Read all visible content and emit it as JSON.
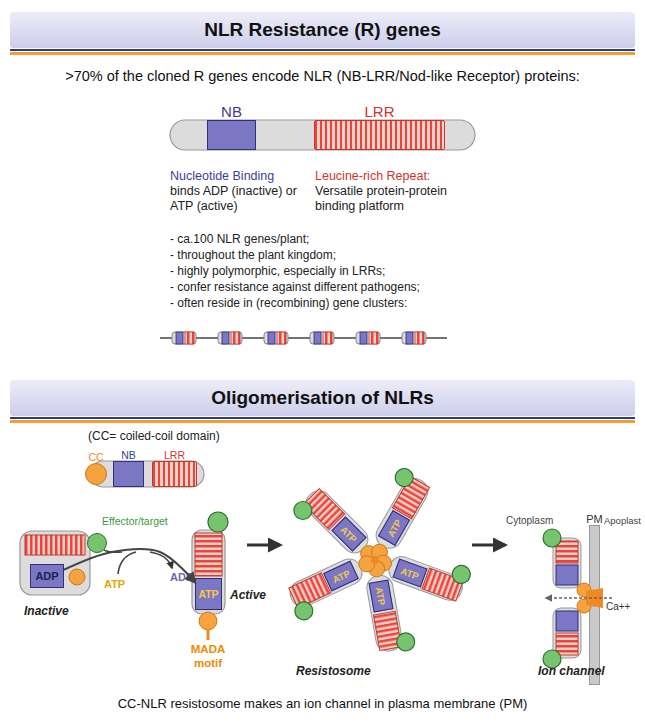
{
  "diagram": {
    "caption": "CC-NLR resistosome makes an ion channel in plasma membrane (PM)",
    "nodes": [
      {
        "text": [
          "NLR Resistance (R) genes"
        ]
      },
      {
        "text": [
          "NB"
        ]
      },
      {
        "text": [
          "LRR"
        ]
      },
      {
        "text": [
          "Oligomerisation of NLRs"
        ]
      },
      {
        "text": [
          "CC"
        ]
      },
      {
        "text": [
          "NB"
        ]
      },
      {
        "text": [
          "LRR"
        ]
      },
      {
        "text": [
          "ADP"
        ]
      },
      {
        "text": [
          "Effector/target"
        ]
      },
      {
        "text": [
          "ATP"
        ]
      },
      {
        "text": [
          "ATP"
        ]
      },
      {
        "text": [
          "ATP"
        ]
      },
      {
        "text": [
          "ATP"
        ]
      },
      {
        "text": [
          "ATP"
        ]
      },
      {
        "text": [
          "ATP"
        ]
      },
      {
        "text": [
          "PM"
        ]
      }
    ],
    "edges": [
      {
        "from": 7,
        "to": 9,
        "arrow": "to"
      }
    ],
    "labels": [
      ">70% of the cloned R genes encode NLR (NB-LRR/Nod-like Receptor) proteins:",
      "Nucleotide Binding",
      "binds ADP (inactive) or ATP (active)",
      "Leucine-rich Repeat:",
      "Versatile protein-protein binding platform",
      "- ca.100 NLR genes/plant;",
      "- throughout the plant kingdom;",
      "- highly polymorphic, especially in LRRs;",
      "- confer resistance against different pathogens;",
      "- often reside in (recombining) gene clusters:",
      "(CC= coiled-coil domain)",
      "ATP",
      "ADP",
      "Inactive",
      "Active",
      "MADA motif",
      "Resistosome",
      "Cytoplasm",
      "Apoplast",
      "Ca++",
      "Ion channel"
    ]
  }
}
